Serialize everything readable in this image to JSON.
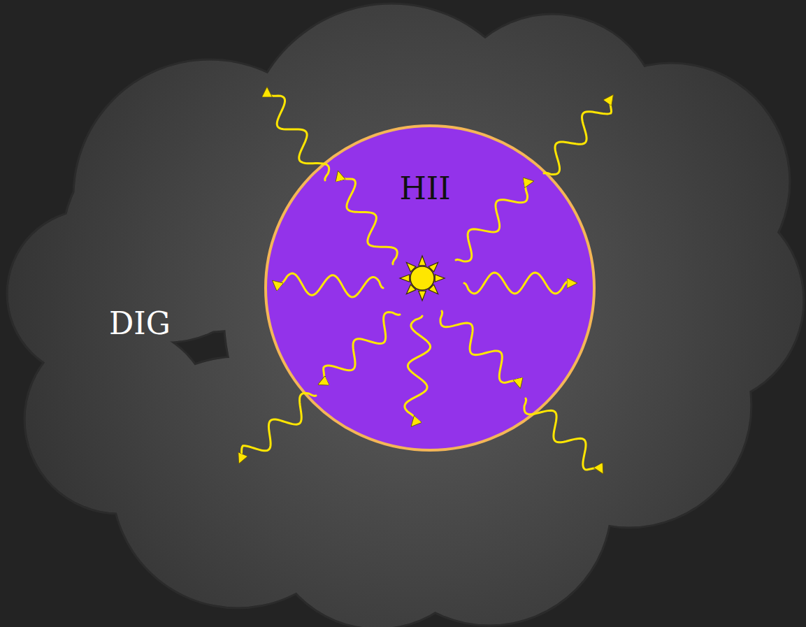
{
  "diagram": {
    "nodes": [
      {
        "text": [
          "DIG"
        ]
      },
      {
        "text": [
          "HII"
        ],
        "in": 0
      }
    ]
  }
}
